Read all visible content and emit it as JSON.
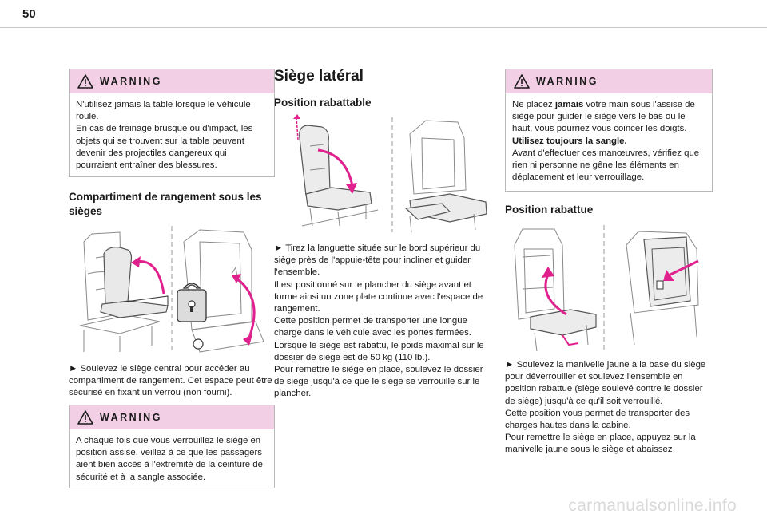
{
  "page": {
    "number": "50",
    "footer": "carmanualsonline.info"
  },
  "left": {
    "warning1": {
      "title": "WARNING",
      "lines": [
        "N'utilisez jamais la table lorsque le véhicule roule.",
        "En cas de freinage brusque ou d'impact, les objets qui se trouvent sur la table peuvent devenir des projectiles dangereux qui pourraient entraîner des blessures."
      ]
    },
    "heading": "Compartiment de rangement sous les sièges",
    "instruction": "► Soulevez le siège central pour accéder au compartiment de rangement. Cet espace peut être sécurisé en fixant un verrou (non fourni).",
    "warning2": {
      "title": "WARNING",
      "lines": [
        "A chaque fois que vous verrouillez le siège en position assise, veillez à ce que les passagers aient bien accès à l'extrémité de la ceinture de sécurité et à la sangle associée."
      ]
    }
  },
  "middle": {
    "title": "Siège latéral",
    "subheading": "Position rabattable",
    "paragraphs": [
      "► Tirez la languette située sur le bord supérieur du siège près de l'appuie-tête pour incliner et guider l'ensemble.",
      "Il est positionné sur le plancher du siège avant et forme ainsi un zone plate continue avec l'espace de rangement.",
      "Cette position permet de transporter une longue charge dans le véhicule avec les portes fermées.",
      "Lorsque le siège est rabattu, le poids maximal sur le dossier de siège est de 50 kg (110 lb.).",
      "Pour remettre le siège en place, soulevez le dossier de siège jusqu'à ce que le siège se verrouille sur le plancher."
    ]
  },
  "right": {
    "warning": {
      "title": "WARNING",
      "p1_pre": "Ne placez ",
      "p1_bold": "jamais",
      "p1_post": " votre main sous l'assise de siège pour guider le siège vers le bas ou le haut, vous pourriez vous coincer les doigts.",
      "p2": "Utilisez toujours la sangle.",
      "p3": "Avant d'effectuer ces manœuvres, vérifiez que rien ni personne ne gêne les éléments en déplacement et leur verrouillage."
    },
    "subheading": "Position rabattue",
    "paragraphs": [
      "► Soulevez la manivelle jaune à la base du siège pour déverrouiller et soulevez l'ensemble en position rabattue (siège soulevé contre le dossier de siège) jusqu'à ce qu'il soit verrouillé.",
      "Cette position vous permet de transporter des charges hautes dans la cabine.",
      "Pour remettre le siège en place, appuyez sur la manivelle jaune sous le siège et abaissez"
    ]
  },
  "colors": {
    "warning_header": "#f3cfe6",
    "arrow": "#e0208c",
    "rule": "#c8c8c8",
    "footer": "#d9d9d9"
  },
  "icons": [
    "warning-triangle-icon"
  ]
}
